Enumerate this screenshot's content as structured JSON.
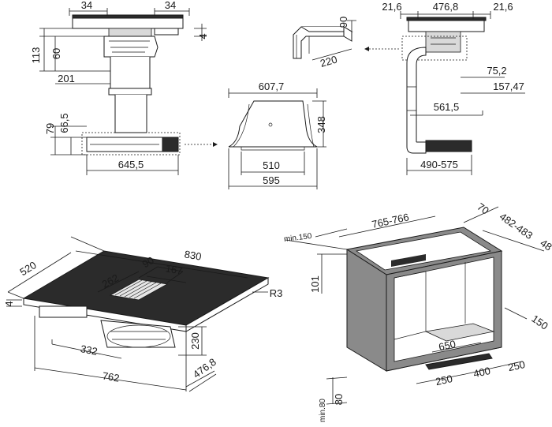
{
  "figures": {
    "side_view": {
      "labels": [
        "34",
        "34",
        "4",
        "113",
        "60",
        "201",
        "79",
        "66,5",
        "645,5"
      ]
    },
    "connector": {
      "labels": [
        "90",
        "220"
      ]
    },
    "front_view": {
      "labels": [
        "21,6",
        "476,8",
        "21,6",
        "75,2",
        "157,47",
        "561,5",
        "490-575"
      ]
    },
    "hood_cover": {
      "labels": [
        "607,7",
        "348",
        "510",
        "595"
      ]
    },
    "hob_perspective": {
      "labels": [
        "520",
        "830",
        "90",
        "262",
        "167",
        "R3",
        "4",
        "230",
        "332",
        "762",
        "476,8"
      ]
    },
    "cabinet": {
      "labels": [
        "min.150",
        "765-766",
        "70",
        "482-483",
        "48",
        "101",
        "150",
        "650",
        "250",
        "400",
        "250",
        "80",
        "min.80"
      ]
    }
  }
}
